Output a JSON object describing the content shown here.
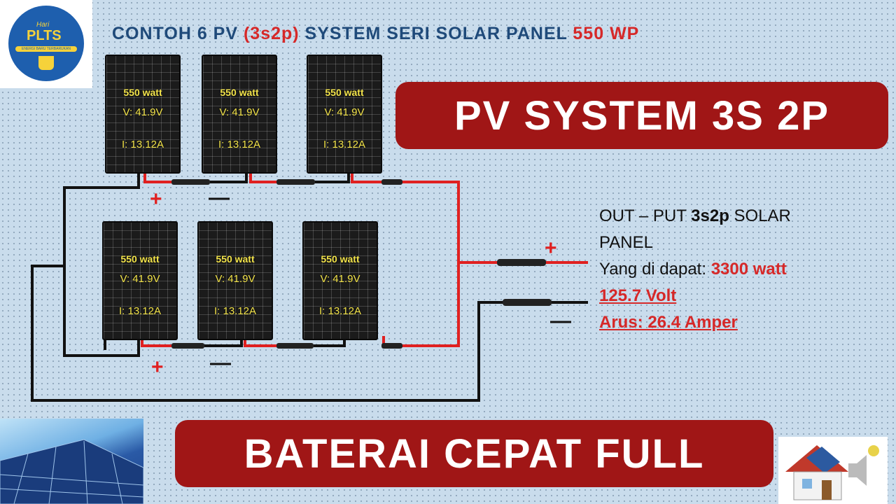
{
  "logo": {
    "top_text": "Hari",
    "brand": "PLTS",
    "tagline": "ENERGI BARU TERBARUKAN"
  },
  "title": {
    "part1": "CONTOH 6 PV ",
    "part2": "(3s2p)",
    "part3": " SYSTEM SERI SOLAR PANEL ",
    "part4": "550 WP"
  },
  "banner_top": "PV SYSTEM 3S 2P",
  "banner_bottom": "BATERAI CEPAT FULL",
  "panels": [
    {
      "watt": "550 watt",
      "volt": "V: 41.9V",
      "amp": "I: 13.12A"
    },
    {
      "watt": "550 watt",
      "volt": "V: 41.9V",
      "amp": "I: 13.12A"
    },
    {
      "watt": "550 watt",
      "volt": "V: 41.9V",
      "amp": "I: 13.12A"
    },
    {
      "watt": "550 watt",
      "volt": "V: 41.9V",
      "amp": "I: 13.12A"
    },
    {
      "watt": "550 watt",
      "volt": "V: 41.9V",
      "amp": "I: 13.12A"
    },
    {
      "watt": "550 watt",
      "volt": "V: 41.9V",
      "amp": "I: 13.12A"
    }
  ],
  "symbols": {
    "plus": "+",
    "minus": "—"
  },
  "output": {
    "line1a": "OUT – PUT ",
    "line1b": "3s2p",
    "line1c": " SOLAR",
    "line2": "PANEL",
    "line3a": "Yang di dapat:  ",
    "line3b": "3300 watt",
    "line4": "125.7 Volt",
    "line5": "Arus: 26.4  Amper"
  },
  "colors": {
    "banner": "#a01616",
    "title": "#1f4a7a",
    "accent_red": "#d62828",
    "wire_red": "#e02020",
    "wire_black": "#111111"
  }
}
